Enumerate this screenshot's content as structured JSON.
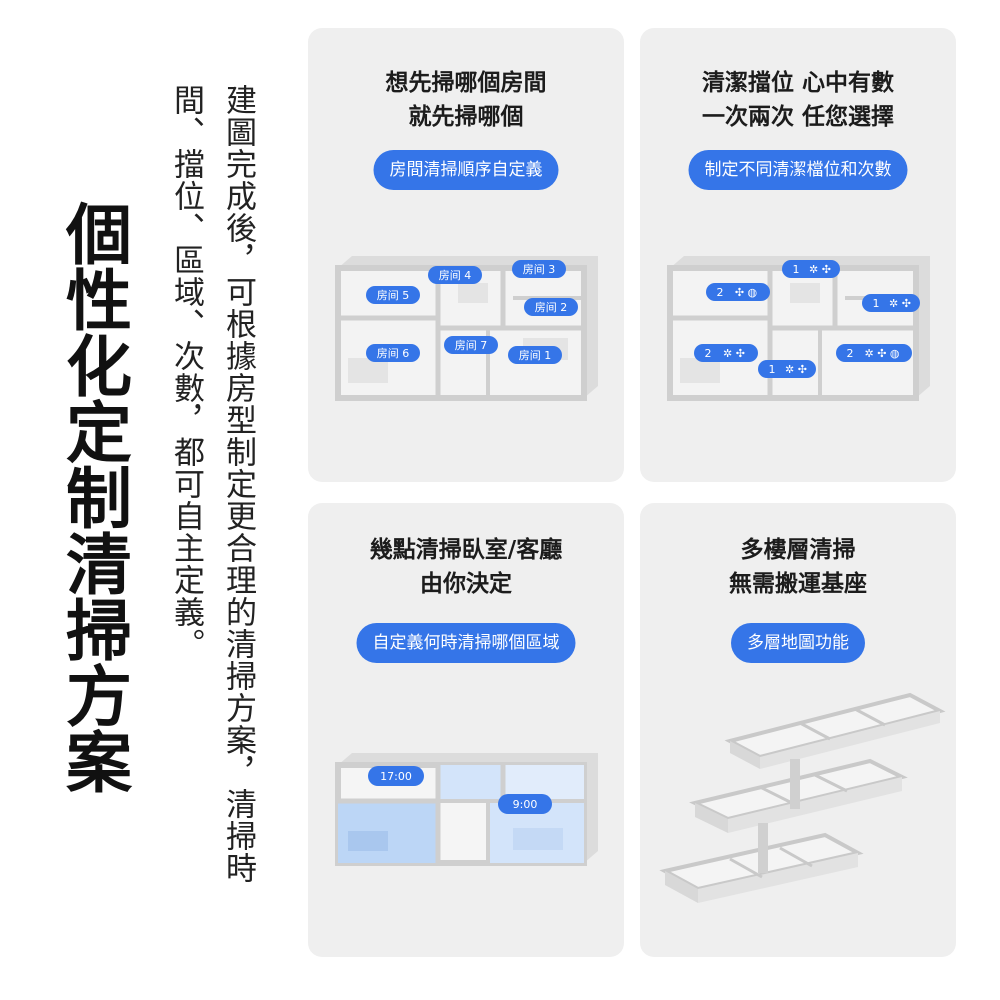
{
  "title": "個性化定制清掃方案",
  "description": "建圖完成後，可根據房型制定更合理的清掃方案，清掃時間、擋位、區域、次數，都可自主定義。",
  "colors": {
    "accent": "#3575e8",
    "card_bg": "#efefef",
    "room_blue": "#bcd6f6"
  },
  "cards": [
    {
      "title_lines": [
        "想先掃哪個房間",
        "就先掃哪個"
      ],
      "pill": "房間清掃順序自定義",
      "room_tags": [
        "房间 4",
        "房间 3",
        "房间 5",
        "房间 2",
        "房间 7",
        "房间 6",
        "房间 1"
      ]
    },
    {
      "title_lines": [
        "清潔擋位 心中有數",
        "一次兩次 任您選擇"
      ],
      "pill": "制定不同清潔檔位和次數",
      "level_tags": [
        "1",
        "2",
        "1",
        "2",
        "1",
        "2"
      ]
    },
    {
      "title_lines": [
        "幾點清掃臥室/客廳",
        "由你決定"
      ],
      "pill": "自定義何時清掃哪個區域",
      "time_tags": [
        "17:00",
        "9:00"
      ]
    },
    {
      "title_lines": [
        "多樓層清掃",
        "無需搬運基座"
      ],
      "pill": "多層地圖功能"
    }
  ]
}
